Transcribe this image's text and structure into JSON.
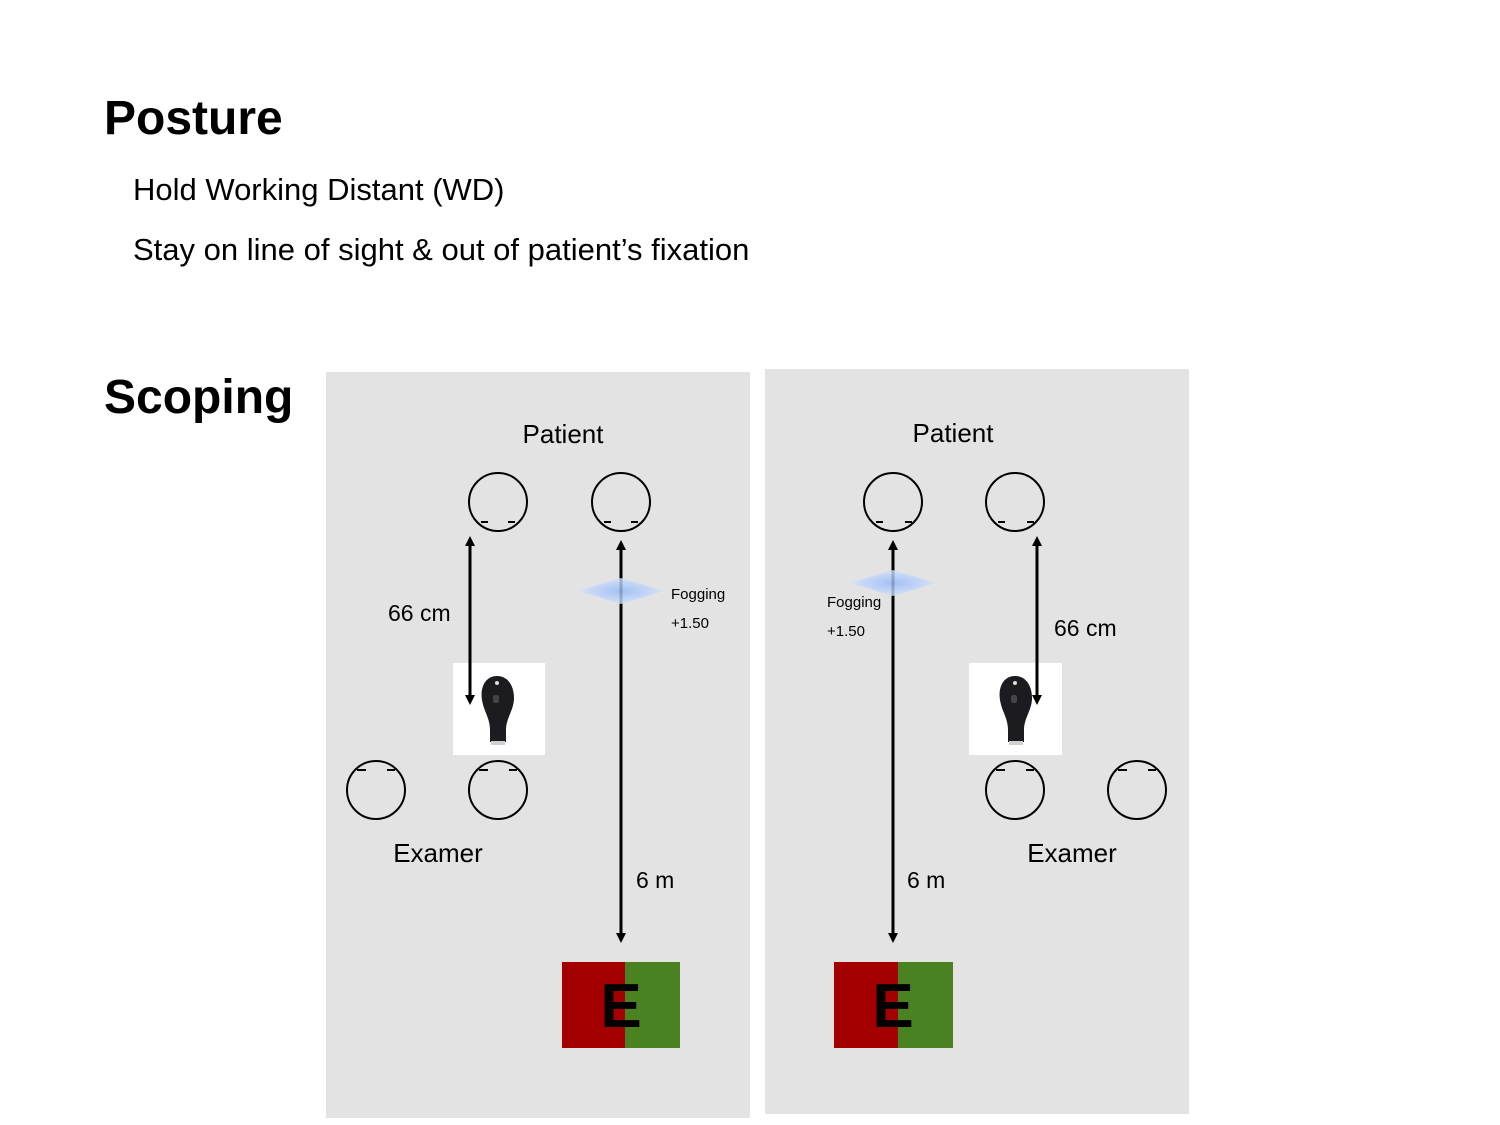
{
  "sections": {
    "posture": {
      "title": "Posture",
      "bullets": [
        "Hold Working Distant (WD)",
        "Stay on line of sight & out of patient’s fixation"
      ]
    },
    "scoping": {
      "title": "Scoping"
    }
  },
  "diagrams": [
    {
      "id": "left-eye-scoping",
      "patient_label": "Patient",
      "examiner_label": "Examer",
      "working_distance_label": "66 cm",
      "chart_distance_label": "6 m",
      "fogging_label": "Fogging",
      "fogging_power": "+1.50",
      "chart_letter": "E",
      "chart_colors": {
        "left": "#a50000",
        "right": "#4a8221"
      }
    },
    {
      "id": "right-eye-scoping",
      "patient_label": "Patient",
      "examiner_label": "Examer",
      "working_distance_label": "66 cm",
      "chart_distance_label": "6 m",
      "fogging_label": "Fogging",
      "fogging_power": "+1.50",
      "chart_letter": "E",
      "chart_colors": {
        "left": "#a50000",
        "right": "#4a8221"
      }
    }
  ],
  "colors": {
    "panel_bg": "#e3e3e3",
    "fog_lens": "#a9c4f5"
  }
}
